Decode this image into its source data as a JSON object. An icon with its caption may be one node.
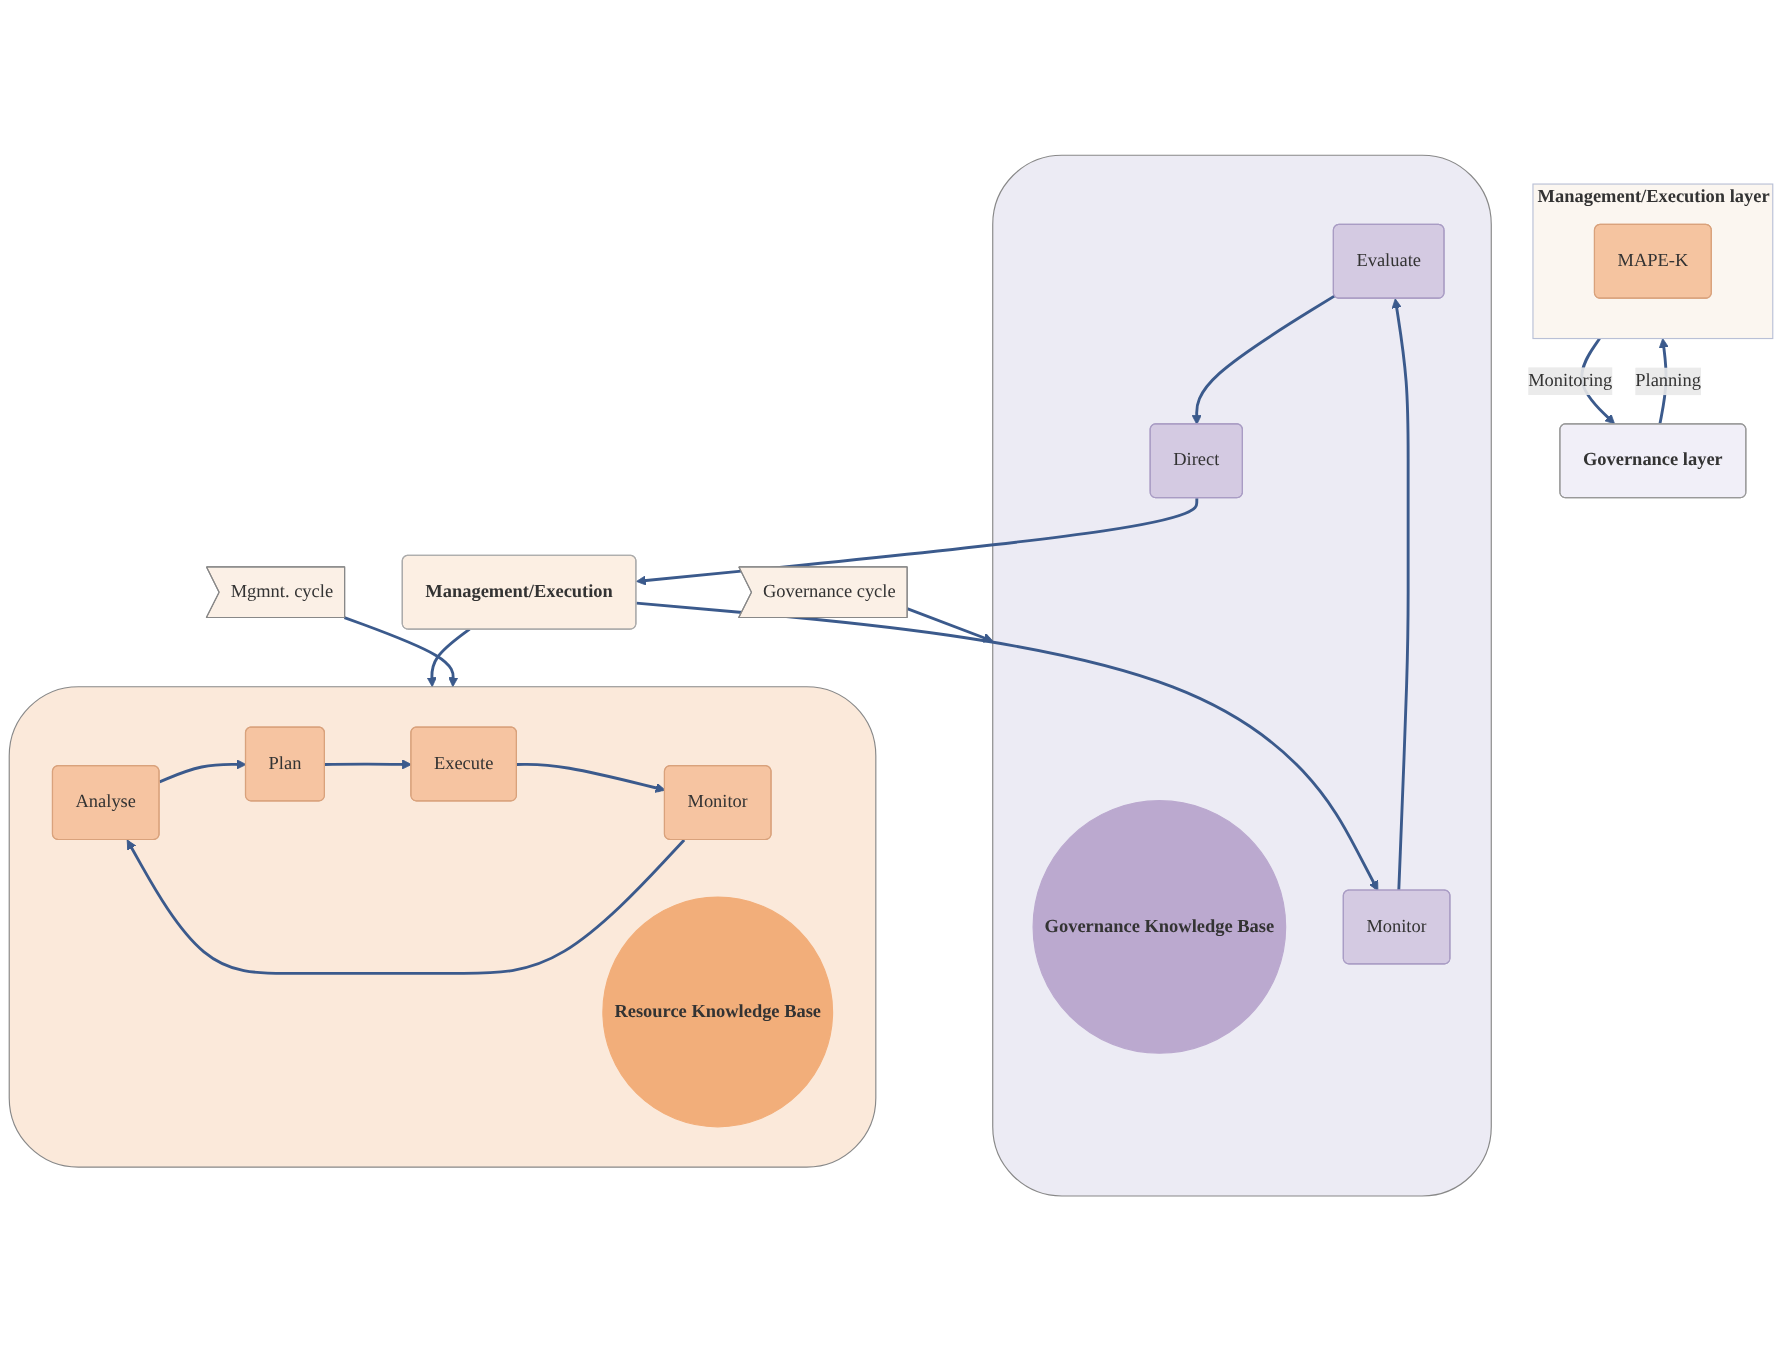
{
  "diagram": {
    "nodes": [
      {
        "text": [],
        "shape": "ellipse"
      },
      {
        "text": [
          "Governance Knowledge Base"
        ],
        "in": 0
      },
      {
        "text": [
          "Evaluate"
        ],
        "in": 0
      },
      {
        "text": [
          "Monitor"
        ],
        "in": 0
      },
      {
        "text": [
          "Direct"
        ],
        "in": 0
      },
      {
        "text": [
          "Governance layer"
        ]
      },
      {
        "text": [
          "Governance cycle"
        ]
      },
      {
        "text": [
          "Management/Execution"
        ]
      },
      {
        "text": [
          "Management/Execution layer"
        ]
      },
      {
        "text": [
          "MAPE-K"
        ],
        "in": 8
      },
      {
        "text": [
          "Mgmnt. cycle"
        ]
      },
      {
        "text": [],
        "shape": "ellipse"
      },
      {
        "text": [
          "Analyse"
        ],
        "in": 11
      },
      {
        "text": [
          "Monitor"
        ],
        "in": 11
      },
      {
        "text": [
          "Resource Knowledge Base"
        ],
        "in": 11
      },
      {
        "text": [
          "Plan"
        ],
        "in": 11
      },
      {
        "text": [
          "Execute"
        ],
        "in": 11
      }
    ],
    "edges": [
      {
        "from": 3,
        "to": 2,
        "arrow": "to"
      },
      {
        "from": 2,
        "to": 4,
        "arrow": "to"
      },
      {
        "from": 4,
        "to": 7,
        "arrow": "to"
      },
      {
        "from": 7,
        "to": 3,
        "arrow": "to"
      },
      {
        "from": 6,
        "to": 0,
        "arrow": "to"
      },
      {
        "from": 8,
        "to": 5,
        "label": "Monitoring",
        "arrow": "to"
      },
      {
        "from": 5,
        "to": 8,
        "label": "Planning",
        "arrow": "to"
      },
      {
        "from": 7,
        "to": 11,
        "arrow": "to"
      },
      {
        "from": 10,
        "to": 11,
        "arrow": "to"
      },
      {
        "from": 13,
        "to": 12,
        "arrow": "to"
      },
      {
        "from": 12,
        "to": 15,
        "arrow": "to"
      },
      {
        "from": 15,
        "to": 16,
        "arrow": "to"
      },
      {
        "from": 16,
        "to": 13,
        "arrow": "to"
      }
    ]
  }
}
